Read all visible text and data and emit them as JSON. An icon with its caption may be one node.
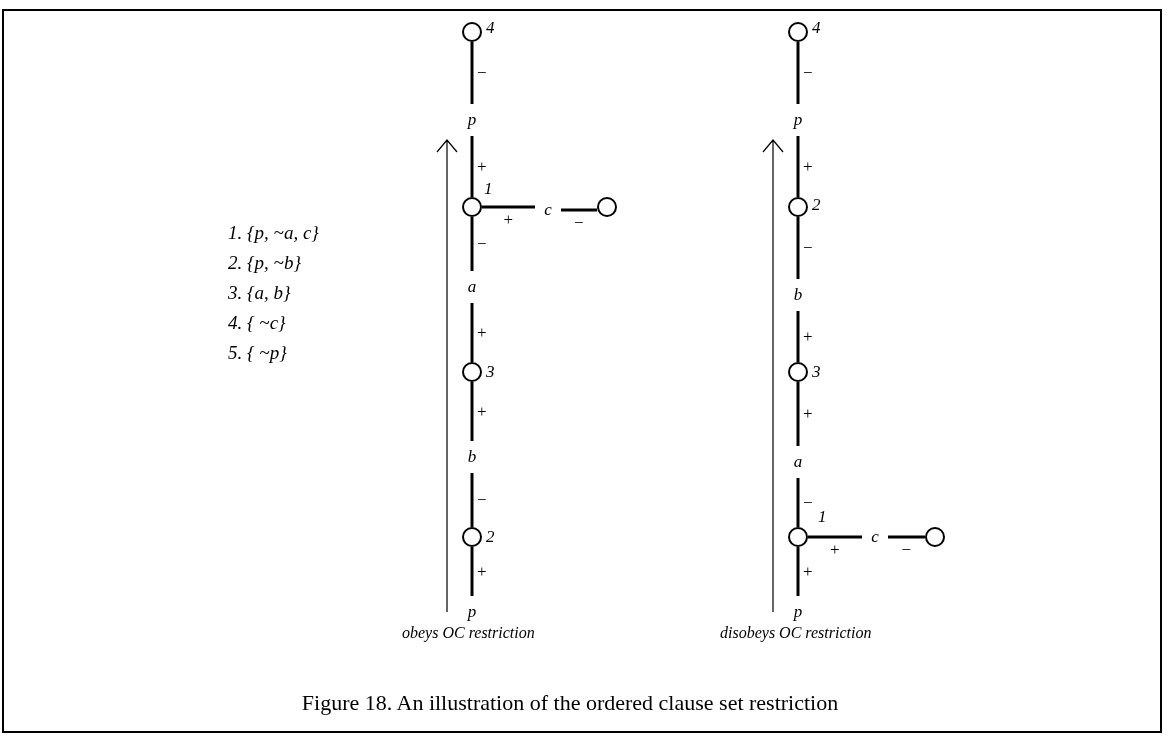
{
  "diagram": {
    "caption": "Figure 18. An illustration of the ordered clause set restriction",
    "nodes": [
      {
        "text": [],
        "shape": "circle",
        "beside": [
          "4"
        ]
      },
      {
        "text": [
          "p"
        ]
      },
      {
        "text": [],
        "shape": "circle",
        "beside": [
          "1"
        ]
      },
      {
        "text": [
          "c"
        ]
      },
      {
        "text": [],
        "shape": "circle"
      },
      {
        "text": [
          "a"
        ]
      },
      {
        "text": [],
        "shape": "circle",
        "beside": [
          "3"
        ]
      },
      {
        "text": [
          "b"
        ]
      },
      {
        "text": [],
        "shape": "circle",
        "beside": [
          "2"
        ]
      },
      {
        "text": [
          "p"
        ]
      },
      {
        "text": [],
        "shape": "circle",
        "beside": [
          "4"
        ]
      },
      {
        "text": [
          "p"
        ]
      },
      {
        "text": [],
        "shape": "circle",
        "beside": [
          "2"
        ]
      },
      {
        "text": [
          "b"
        ]
      },
      {
        "text": [],
        "shape": "circle",
        "beside": [
          "3"
        ]
      },
      {
        "text": [
          "a"
        ]
      },
      {
        "text": [],
        "shape": "circle",
        "beside": [
          "1"
        ]
      },
      {
        "text": [
          "c"
        ]
      },
      {
        "text": [],
        "shape": "circle"
      },
      {
        "text": [
          "p"
        ]
      }
    ],
    "edges": [
      {
        "from": 0,
        "to": 1,
        "arrow": "none",
        "label": "−"
      },
      {
        "from": 1,
        "to": 2,
        "arrow": "none",
        "label": "+"
      },
      {
        "from": 2,
        "to": 3,
        "arrow": "none",
        "label": "+"
      },
      {
        "from": 3,
        "to": 4,
        "arrow": "none",
        "label": "−"
      },
      {
        "from": 2,
        "to": 5,
        "arrow": "none",
        "label": "−"
      },
      {
        "from": 5,
        "to": 6,
        "arrow": "none",
        "label": "+"
      },
      {
        "from": 6,
        "to": 7,
        "arrow": "none",
        "label": "+"
      },
      {
        "from": 7,
        "to": 8,
        "arrow": "none",
        "label": "−"
      },
      {
        "from": 8,
        "to": 9,
        "arrow": "none",
        "label": "+"
      },
      {
        "from": 10,
        "to": 11,
        "arrow": "none",
        "label": "−"
      },
      {
        "from": 11,
        "to": 12,
        "arrow": "none",
        "label": "+"
      },
      {
        "from": 12,
        "to": 13,
        "arrow": "none",
        "label": "−"
      },
      {
        "from": 13,
        "to": 14,
        "arrow": "none",
        "label": "+"
      },
      {
        "from": 14,
        "to": 15,
        "arrow": "none",
        "label": "+"
      },
      {
        "from": 15,
        "to": 16,
        "arrow": "none",
        "label": "−"
      },
      {
        "from": 16,
        "to": 17,
        "arrow": "none",
        "label": "+"
      },
      {
        "from": 17,
        "to": 18,
        "arrow": "none",
        "label": "−"
      },
      {
        "from": 16,
        "to": 19,
        "arrow": "none",
        "label": "+"
      }
    ],
    "labels": [
      "1. {p, ~a, c}",
      "2. {p, ~b}",
      "3. {a, b}",
      "4. { ~c}",
      "5. { ~p}",
      "obeys OC restriction",
      "disobeys OC restriction"
    ]
  }
}
